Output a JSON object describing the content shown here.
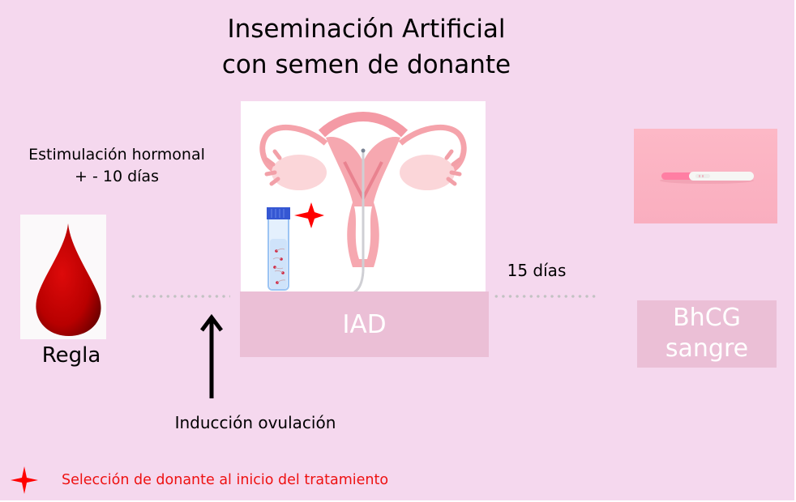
{
  "title": {
    "line1": "Inseminación Artificial",
    "line2": "con semen de donante"
  },
  "stimulation": {
    "line1": "Estimulación hormonal",
    "line2": "+ - 10 días"
  },
  "steps": [
    {
      "label": "Regla",
      "icon": "blood-drop-icon"
    },
    {
      "label": "IAD",
      "icon": "uterus-insemination-illustration"
    },
    {
      "label_line1": "BhCG",
      "label_line2": "sangre",
      "icon": "pregnancy-test-photo"
    }
  ],
  "interval_after_iad": "15 días",
  "arrow_label": "Inducción ovulación",
  "legend": {
    "icon": "red-star-icon",
    "text": "Selección de donante al inicio del tratamiento"
  },
  "colors": {
    "background": "#f5d8ee",
    "step_box": "#ebbfd6",
    "step_text": "#ffffff",
    "accent_red": "#ff0000",
    "blood": "#c00000",
    "dotted_line": "#c2c2c2"
  }
}
